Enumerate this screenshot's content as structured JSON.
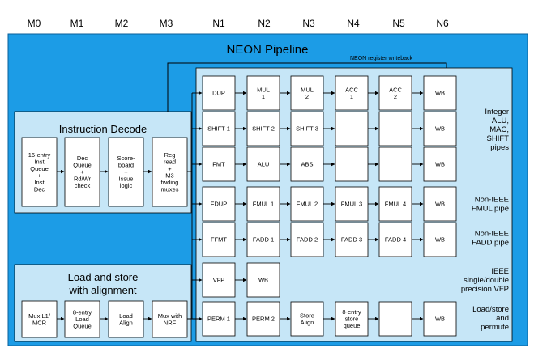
{
  "stages": [
    "M0",
    "M1",
    "M2",
    "M3",
    "N1",
    "N2",
    "N3",
    "N4",
    "N5",
    "N6"
  ],
  "title": "NEON Pipeline",
  "writeback_label": "NEON register writeback",
  "instruction_decode": {
    "title": "Instruction Decode",
    "boxes": [
      [
        "16-entry",
        "Inst",
        "Queue",
        "+",
        "Inst",
        "Dec"
      ],
      [
        "Dec",
        "Queue",
        "+",
        "Rd/Wr",
        "check"
      ],
      [
        "Score-",
        "board",
        "+",
        "Issue",
        "logic"
      ],
      [
        "Reg",
        "read",
        "+",
        "M3",
        "fwding",
        "muxes"
      ]
    ]
  },
  "load_store_unit": {
    "title_line1": "Load and store",
    "title_line2": "with alignment",
    "boxes": [
      [
        "Mux L1/",
        "MCR"
      ],
      [
        "8-entry",
        "Load",
        "Queue"
      ],
      [
        "Load",
        "Align"
      ],
      [
        "Mux with",
        "NRF"
      ]
    ]
  },
  "pipes": [
    {
      "label": [
        "Integer",
        "ALU,",
        "MAC,",
        "SHIFT",
        "pipes"
      ],
      "rows": [
        [
          [
            "DUP"
          ],
          [
            "MUL",
            "1"
          ],
          [
            "MUL",
            "2"
          ],
          [
            "ACC",
            "1"
          ],
          [
            "ACC",
            "2"
          ],
          [
            "WB"
          ]
        ],
        [
          [
            "SHIFT 1"
          ],
          [
            "SHIFT 2"
          ],
          [
            "SHIFT 3"
          ],
          [
            ""
          ],
          [
            ""
          ],
          [
            "WB"
          ]
        ],
        [
          [
            "FMT"
          ],
          [
            "ALU"
          ],
          [
            "ABS"
          ],
          [
            ""
          ],
          [
            ""
          ],
          [
            "WB"
          ]
        ]
      ]
    },
    {
      "label": [
        "Non-IEEE",
        "FMUL pipe"
      ],
      "rows": [
        [
          [
            "FDUP"
          ],
          [
            "FMUL 1"
          ],
          [
            "FMUL 2"
          ],
          [
            "FMUL 3"
          ],
          [
            "FMUL 4"
          ],
          [
            "WB"
          ]
        ]
      ]
    },
    {
      "label": [
        "Non-IEEE",
        "FADD pipe"
      ],
      "rows": [
        [
          [
            "FFMT"
          ],
          [
            "FADD 1"
          ],
          [
            "FADD 2"
          ],
          [
            "FADD 3"
          ],
          [
            "FADD 4"
          ],
          [
            "WB"
          ]
        ]
      ]
    },
    {
      "label": [
        "IEEE",
        "single/double",
        "precision VFP"
      ],
      "rows": [
        [
          [
            "VFP"
          ],
          [
            "WB"
          ]
        ]
      ]
    },
    {
      "label": [
        "Load/store",
        "and",
        "permute"
      ],
      "rows": [
        [
          [
            "PERM 1"
          ],
          [
            "PERM 2"
          ],
          [
            "Store",
            "Align"
          ],
          [
            "8-entry",
            "store",
            "queue"
          ],
          [
            ""
          ],
          [
            "WB"
          ]
        ]
      ]
    }
  ],
  "colors": {
    "background": "#1c9ce6",
    "inner_panel": "#c6e6f7",
    "box": "#ffffff",
    "line": "#000000"
  }
}
